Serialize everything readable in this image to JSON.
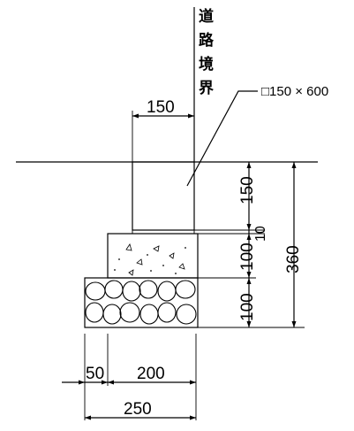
{
  "labels": {
    "boundary": [
      "道",
      "路",
      "境",
      "界"
    ],
    "callout": "□150 × 600"
  },
  "dimensions": {
    "curb_width": "150",
    "curb_height": "150",
    "mortar": "10",
    "concrete_height": "100",
    "gravel_height": "100",
    "total_height": "360",
    "offset": "50",
    "base_width": "200",
    "total_width": "250"
  }
}
